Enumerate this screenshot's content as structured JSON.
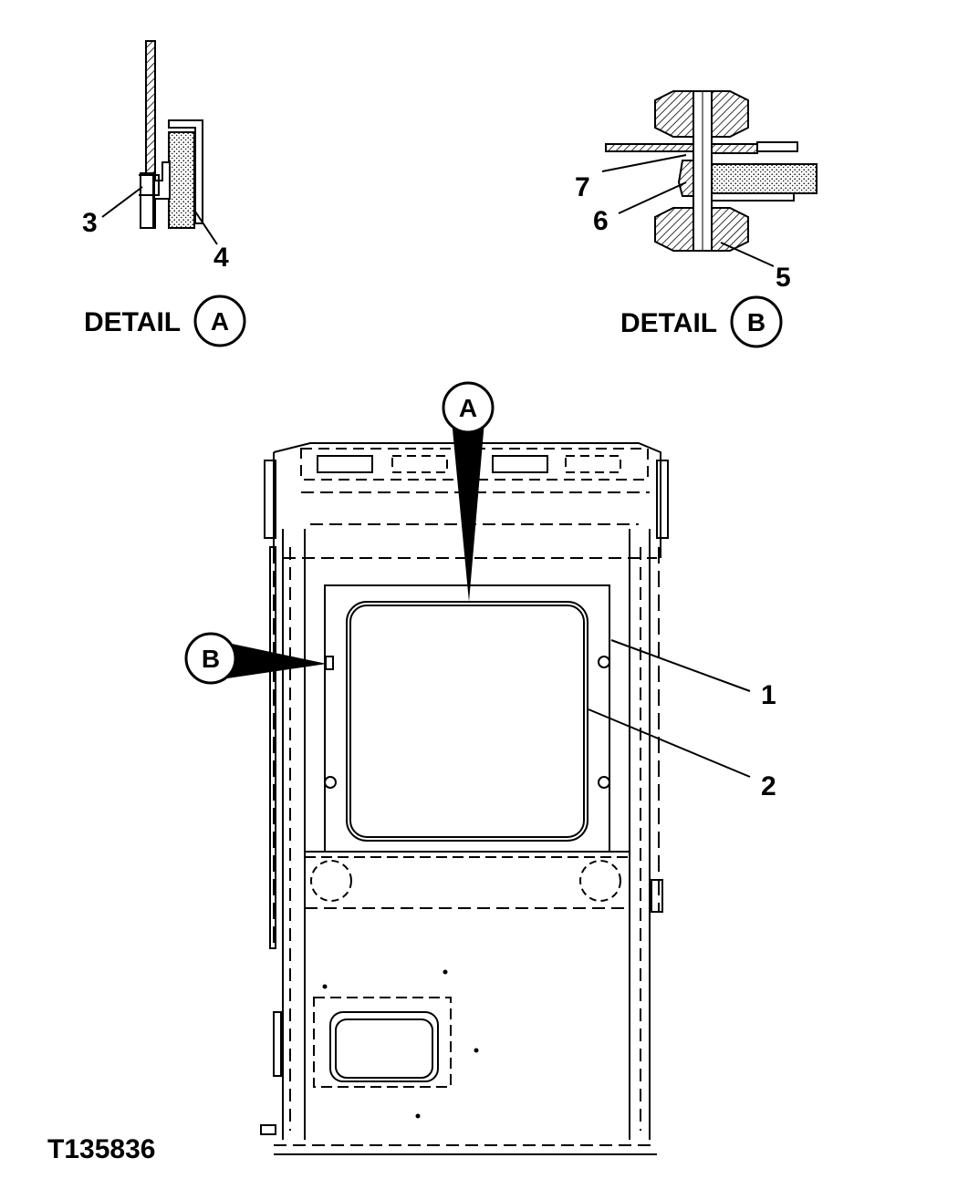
{
  "figure_id": "T135836",
  "details": {
    "a": {
      "word": "DETAIL",
      "letter": "A"
    },
    "b": {
      "word": "DETAIL",
      "letter": "B"
    }
  },
  "callouts": {
    "a": "A",
    "b": "B"
  },
  "part_labels": {
    "p1": "1",
    "p2": "2",
    "p3": "3",
    "p4": "4",
    "p5": "5",
    "p6": "6",
    "p7": "7"
  }
}
